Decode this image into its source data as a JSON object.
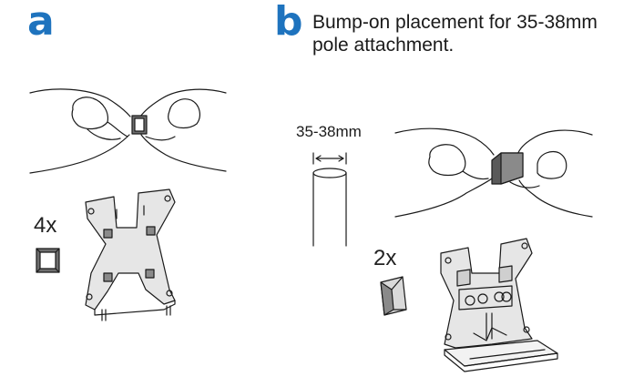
{
  "step_a": {
    "letter": "a"
  },
  "step_b": {
    "letter": "b",
    "caption_line1": "Bump-on placement for 35-38mm",
    "caption_line2": "pole attachment.",
    "dimension_label": "35-38mm"
  },
  "quantities": {
    "a": "4x",
    "b": "2x"
  },
  "colors": {
    "accent": "#1e73be",
    "line": "#1a1a1a",
    "plate": "#e6e6e6",
    "bumper": "#707070"
  }
}
